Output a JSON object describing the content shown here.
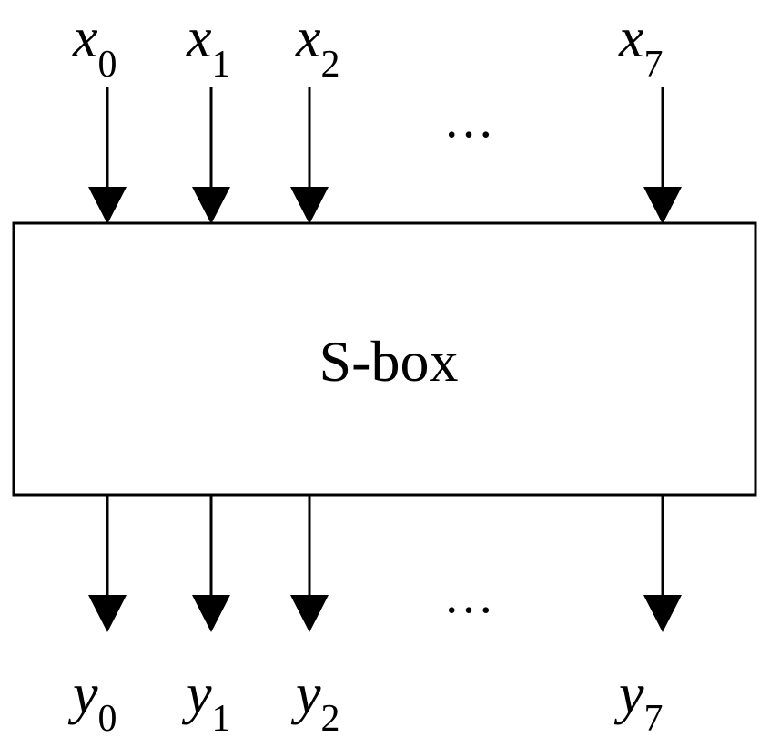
{
  "sbox": {
    "label": "S-box"
  },
  "inputs": [
    {
      "symbol": "x",
      "index": "0"
    },
    {
      "symbol": "x",
      "index": "1"
    },
    {
      "symbol": "x",
      "index": "2"
    },
    {
      "symbol": "x",
      "index": "7"
    }
  ],
  "outputs": [
    {
      "symbol": "y",
      "index": "0"
    },
    {
      "symbol": "y",
      "index": "1"
    },
    {
      "symbol": "y",
      "index": "2"
    },
    {
      "symbol": "y",
      "index": "7"
    }
  ],
  "ellipsis": {
    "top": "…",
    "bottom": "…"
  },
  "colors": {
    "stroke": "#000000",
    "fill": "#ffffff"
  }
}
